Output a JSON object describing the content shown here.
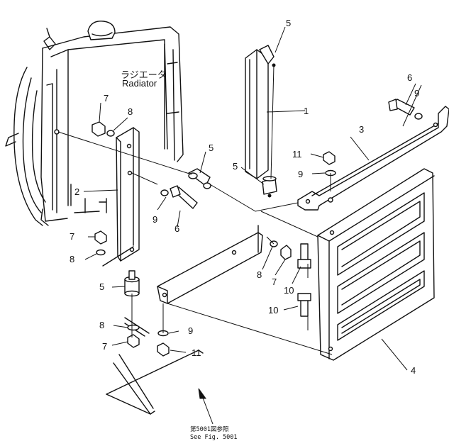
{
  "radiator": {
    "label_jp": "ラジエータ",
    "label_en": "Radiator"
  },
  "reference": {
    "label_jp": "第5001図参照",
    "label_en": "See Fig. 5001"
  },
  "callouts": {
    "c1": "1",
    "c2": "2",
    "c3": "3",
    "c4": "4",
    "c5a": "5",
    "c5b": "5",
    "c5c": "5",
    "c5d": "5",
    "c6a": "6",
    "c6b": "6",
    "c7a": "7",
    "c7b": "7",
    "c7c": "7",
    "c7d": "7",
    "c8a": "8",
    "c8b": "8",
    "c8c": "8",
    "c8d": "8",
    "c9a": "9",
    "c9b": "9",
    "c9c": "9",
    "c9d": "9",
    "c10a": "10",
    "c10b": "10",
    "c11a": "11",
    "c11b": "11"
  }
}
